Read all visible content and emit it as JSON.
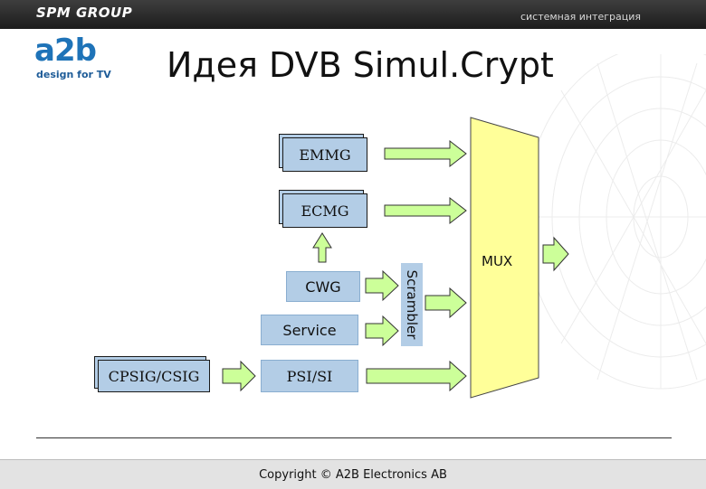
{
  "header": {
    "brand": "SPM GROUP",
    "tagline": "системная интеграция"
  },
  "logo": {
    "mark": "a2b",
    "subtitle": "design for TV"
  },
  "title": "Идея DVB Simul.Crypt",
  "diagram": {
    "emmg": "EMMG",
    "ecmg": "ECMG",
    "cwg": "CWG",
    "service": "Service",
    "scrambler": "Scrambler",
    "cpsig": "CPSIG/CSIG",
    "psisi": "PSI/SI",
    "mux": "MUX"
  },
  "colors": {
    "box_fill": "#b3cde6",
    "mux_fill": "#ffff99",
    "arrow_fill": "#ccff99"
  },
  "footer": {
    "copyright": "Copyright © A2B Electronics AB"
  }
}
